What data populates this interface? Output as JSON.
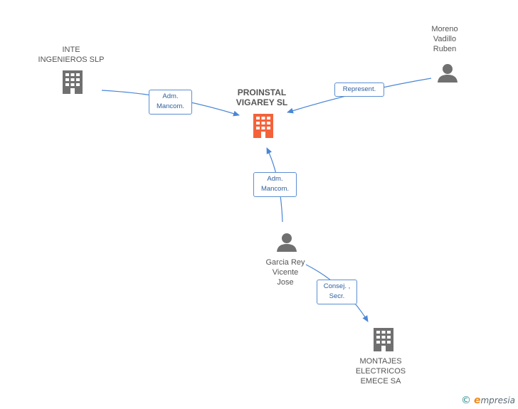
{
  "nodes": {
    "center": {
      "label": "PROINSTAL\nVIGAREY SL",
      "type": "company",
      "color": "#f4623a"
    },
    "inte": {
      "label": "INTE\nINGENIEROS  SLP",
      "type": "company",
      "color": "#707070"
    },
    "moreno": {
      "label": "Moreno\nVadillo\nRuben",
      "type": "person",
      "color": "#707070"
    },
    "garcia": {
      "label": "Garcia Rey\nVicente\nJose",
      "type": "person",
      "color": "#707070"
    },
    "montajes": {
      "label": "MONTAJES\nELECTRICOS\nEMECE SA",
      "type": "company",
      "color": "#707070"
    }
  },
  "edges": {
    "inte_center": {
      "label": "Adm.\nMancom."
    },
    "moreno_center": {
      "label": "Represent."
    },
    "garcia_center": {
      "label": "Adm.\nMancom."
    },
    "garcia_montajes": {
      "label": "Consej. ,\nSecr."
    }
  },
  "footer": {
    "copyright": "©",
    "brand_initial": "e",
    "brand_rest": "mpresia"
  },
  "colors": {
    "edge": "#4a86d6",
    "label_border": "#5b8fd0"
  }
}
